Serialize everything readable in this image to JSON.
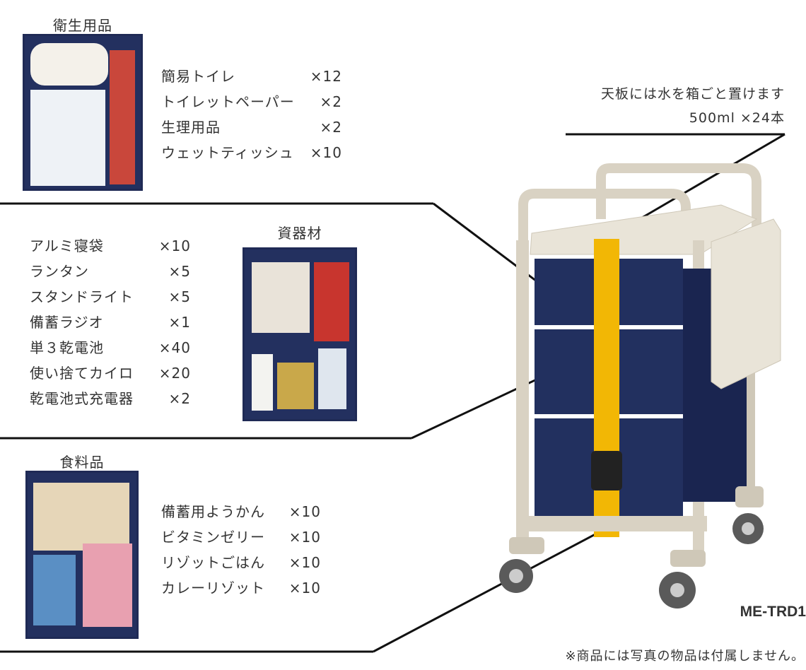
{
  "hygiene": {
    "title": "衛生用品",
    "items": [
      {
        "name": "簡易トイレ",
        "qty": "×12"
      },
      {
        "name": "トイレットペーパー",
        "qty": "×2"
      },
      {
        "name": "生理用品",
        "qty": "×2"
      },
      {
        "name": "ウェットティッシュ",
        "qty": "×10"
      }
    ]
  },
  "equipment": {
    "title": "資器材",
    "items": [
      {
        "name": "アルミ寝袋",
        "qty": "×10"
      },
      {
        "name": "ランタン",
        "qty": "×5"
      },
      {
        "name": "スタンドライト",
        "qty": "×5"
      },
      {
        "name": "備蓄ラジオ",
        "qty": "×1"
      },
      {
        "name": "単３乾電池",
        "qty": "×40"
      },
      {
        "name": "使い捨てカイロ",
        "qty": "×20"
      },
      {
        "name": "乾電池式充電器",
        "qty": "×2"
      }
    ]
  },
  "food": {
    "title": "食料品",
    "items": [
      {
        "name": "備蓄用ようかん",
        "qty": "×10"
      },
      {
        "name": "ビタミンゼリー",
        "qty": "×10"
      },
      {
        "name": "リゾットごはん",
        "qty": "×10"
      },
      {
        "name": "カレーリゾット",
        "qty": "×10"
      }
    ]
  },
  "top_note": {
    "line1": "天板には水を箱ごと置けます",
    "line2": "500ml ×24本"
  },
  "model": "ME-TRD1",
  "disclaimer": "※商品には写真の物品は付属しません。",
  "colors": {
    "navy": "#22305f",
    "belt": "#f2b705",
    "frame": "#d9d2c3",
    "panel": "#e9e4d8"
  }
}
